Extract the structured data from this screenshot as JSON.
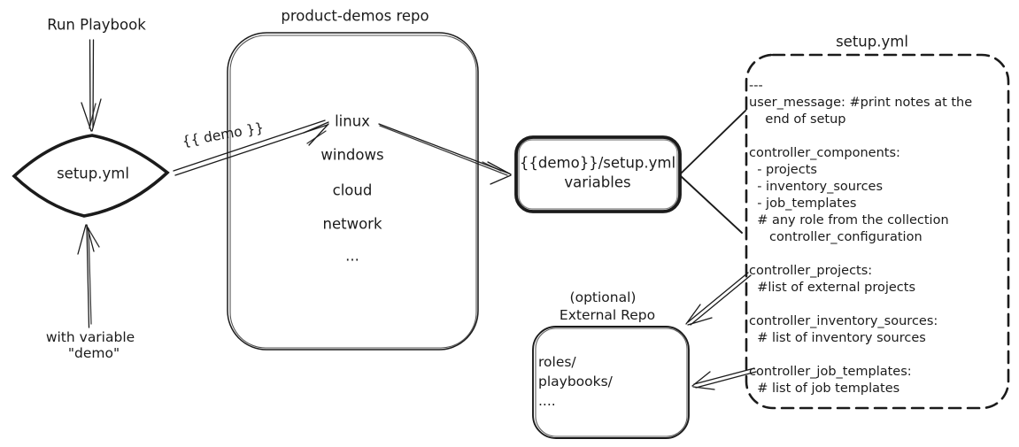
{
  "colors": {
    "ink": "#1b1b1b",
    "background": "#ffffff"
  },
  "labels": {
    "run_playbook": "Run Playbook",
    "with_variable": "with variable",
    "with_variable_quote": "\"demo\"",
    "demo_template_var": "{{ demo }}",
    "product_demos_repo": "product-demos repo",
    "setup_yml_file": "setup.yml",
    "optional": "(optional)",
    "external_repo": "External Repo"
  },
  "diamond": {
    "label": "setup.yml"
  },
  "repo_box": {
    "items": [
      "linux",
      "windows",
      "cloud",
      "network",
      "..."
    ]
  },
  "variables_box": {
    "line1": "{{demo}}/setup.yml",
    "line2": "variables"
  },
  "setup_yml_file": {
    "lines": [
      "---",
      "user_message: #print notes at the",
      "    end of setup",
      "",
      "controller_components:",
      "  - projects",
      "  - inventory_sources",
      "  - job_templates",
      "  # any role from the collection",
      "     controller_configuration",
      "",
      "controller_projects:",
      "  #list of external projects",
      "",
      "controller_inventory_sources:",
      "  # list of inventory sources",
      "",
      "controller_job_templates:",
      "  # list of job templates"
    ]
  },
  "external_repo_box": {
    "lines": [
      "roles/",
      "playbooks/",
      "...."
    ]
  }
}
